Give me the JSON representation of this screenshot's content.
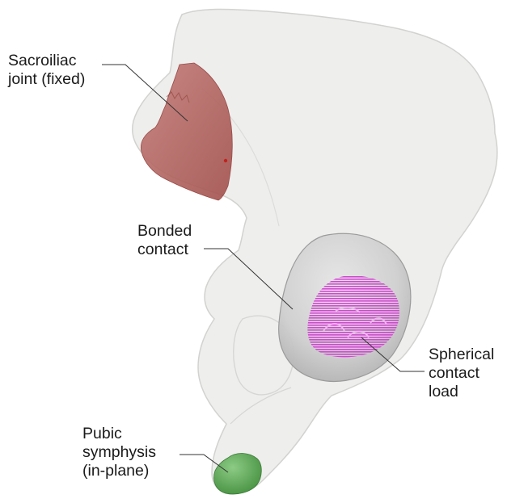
{
  "figure": {
    "labels": {
      "sacroiliac": {
        "line1": "Sacroiliac",
        "line2": "joint (fixed)"
      },
      "bonded": {
        "line1": "Bonded",
        "line2": "contact"
      },
      "spherical": {
        "line1": "Spherical",
        "line2": "contact",
        "line3": "load"
      },
      "pubic": {
        "line1": "Pubic",
        "line2": "symphysis",
        "line3": "(in-plane)"
      }
    },
    "colors": {
      "bone": "#ebebea",
      "bone_outline": "#d2d2d0",
      "sacroiliac_region": "#b86a66",
      "bonded_cup": "#c9c9c9",
      "contact_load": "#d23fd2",
      "pubic_region": "#5fa85a",
      "leader_line": "#333333"
    }
  }
}
